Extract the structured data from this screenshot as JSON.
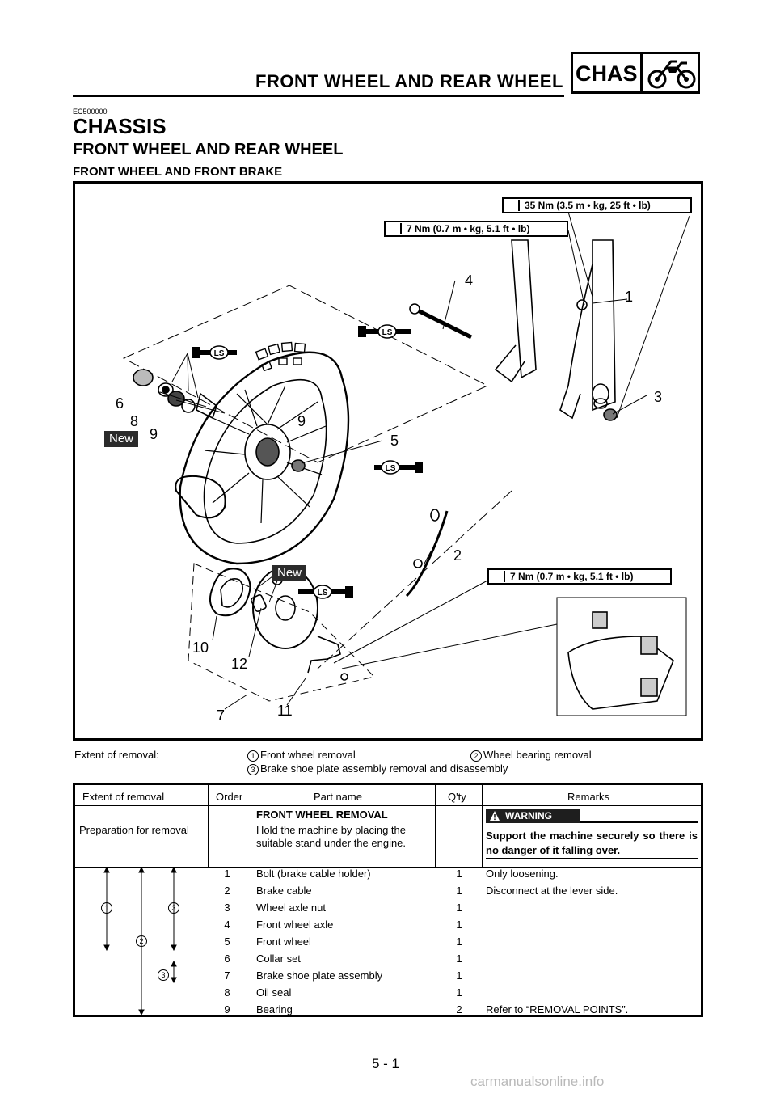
{
  "header": {
    "title": "FRONT WHEEL AND REAR WHEEL",
    "section_tag": "CHAS",
    "section_icon": "motorcycle-icon"
  },
  "code": "EC500000",
  "headings": {
    "chassis": "CHASSIS",
    "front_rear_wheel": "FRONT WHEEL AND REAR WHEEL",
    "front_wheel_brake": "FRONT WHEEL AND FRONT BRAKE"
  },
  "diagram": {
    "torque_labels": [
      "35 Nm (3.5 m • kg, 25 ft • lb)",
      "7 Nm (0.7 m • kg, 5.1 ft • lb)",
      "7 Nm (0.7 m • kg, 5.1 ft • lb)"
    ],
    "new_label": "New",
    "ls_label": "LS",
    "callouts": [
      "1",
      "2",
      "3",
      "4",
      "5",
      "6",
      "7",
      "8",
      "9",
      "9",
      "10",
      "11",
      "12"
    ]
  },
  "extent": {
    "label": "Extent of removal:",
    "items": [
      {
        "num": "1",
        "text": "Front wheel removal"
      },
      {
        "num": "2",
        "text": "Wheel bearing removal"
      },
      {
        "num": "3",
        "text": "Brake shoe plate assembly removal and disassembly"
      }
    ]
  },
  "table": {
    "headers": {
      "extent": "Extent of removal",
      "order": "Order",
      "part": "Part name",
      "qty": "Q'ty",
      "remarks": "Remarks"
    },
    "prep_label": "Preparation for removal",
    "section_title": "FRONT WHEEL REMOVAL",
    "prep_text_line1": "Hold the machine by placing the",
    "prep_text_line2": "suitable stand under the engine.",
    "warning_label": "WARNING",
    "warning_text": "Support the machine securely so there is no danger of it falling over.",
    "extent_markers": [
      "1",
      "2",
      "3",
      "3"
    ],
    "rows": [
      {
        "order": "1",
        "part": "Bolt (brake cable holder)",
        "qty": "1",
        "remarks": "Only loosening."
      },
      {
        "order": "2",
        "part": "Brake cable",
        "qty": "1",
        "remarks": "Disconnect at the lever side."
      },
      {
        "order": "3",
        "part": "Wheel axle nut",
        "qty": "1",
        "remarks": ""
      },
      {
        "order": "4",
        "part": "Front wheel axle",
        "qty": "1",
        "remarks": ""
      },
      {
        "order": "5",
        "part": "Front wheel",
        "qty": "1",
        "remarks": ""
      },
      {
        "order": "6",
        "part": "Collar set",
        "qty": "1",
        "remarks": ""
      },
      {
        "order": "7",
        "part": "Brake shoe plate assembly",
        "qty": "1",
        "remarks": ""
      },
      {
        "order": "8",
        "part": "Oil seal",
        "qty": "1",
        "remarks": ""
      },
      {
        "order": "9",
        "part": "Bearing",
        "qty": "2",
        "remarks": "Refer to “REMOVAL POINTS”."
      }
    ]
  },
  "page_number": "5 - 1",
  "watermark": "carmanualsonline.info"
}
